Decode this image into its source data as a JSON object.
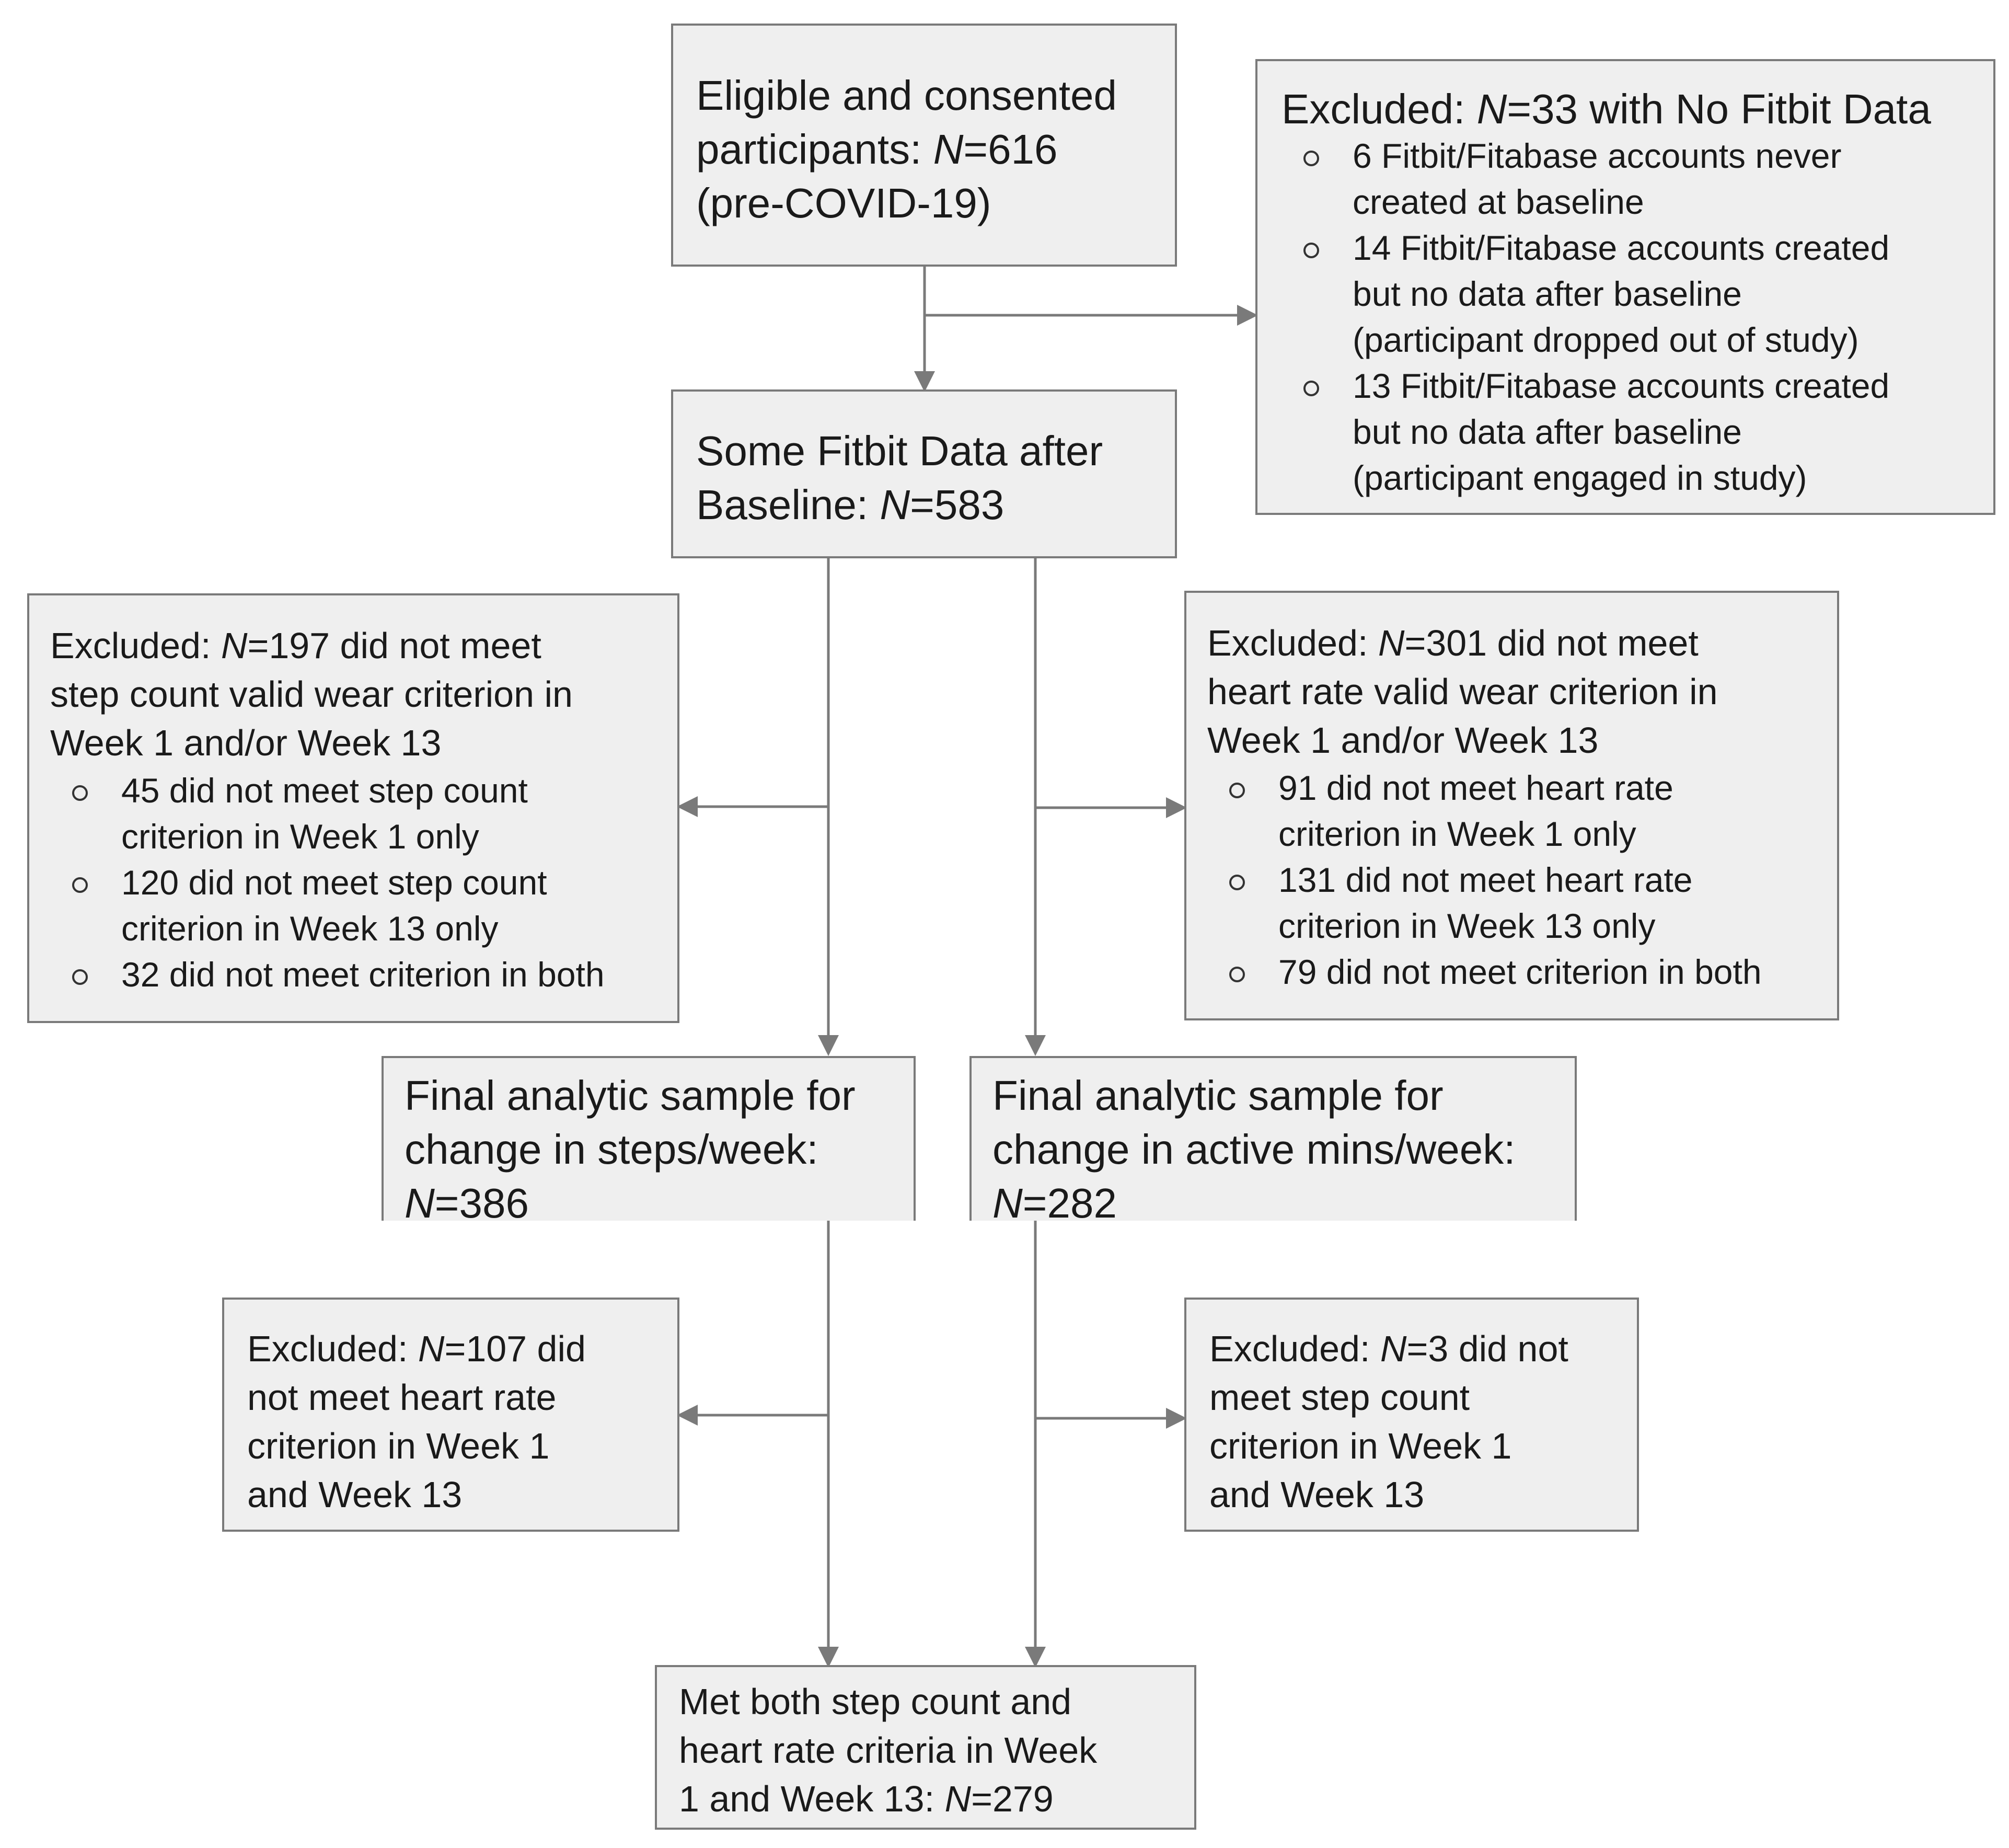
{
  "boxes": {
    "eligible": {
      "lines": [
        "Eligible and consented",
        "(pre-COVID-19)"
      ],
      "line2_prefix": "participants: ",
      "n_label": "N",
      "n_value": "=616"
    },
    "excluded_no_fitbit": {
      "title_prefix": "Excluded: ",
      "n_label": "N",
      "title_suffix": "=33 with No Fitbit Data",
      "items": [
        [
          "6 Fitbit/Fitabase accounts never",
          "created at baseline"
        ],
        [
          "14 Fitbit/Fitabase accounts created",
          "but no data after baseline",
          "(participant dropped out of study)"
        ],
        [
          "13 Fitbit/Fitabase accounts created",
          "but no data after baseline",
          "(participant engaged in study)"
        ]
      ]
    },
    "some_fitbit": {
      "line1": "Some Fitbit Data after",
      "line2_prefix": "Baseline: ",
      "n_label": "N",
      "n_value": "=583"
    },
    "excluded_steps": {
      "title_prefix": "Excluded:  ",
      "n_label": "N",
      "title_suffix": "=197 did not meet",
      "lines": [
        "step count valid wear criterion in",
        "Week 1 and/or Week 13"
      ],
      "items": [
        [
          "45 did not meet step count",
          "criterion in Week 1 only"
        ],
        [
          "120 did not meet step count",
          "criterion in Week 13 only"
        ],
        [
          "32 did not meet criterion in both"
        ]
      ]
    },
    "excluded_hr": {
      "title_prefix": "Excluded:  ",
      "n_label": "N",
      "title_suffix": "=301 did not meet",
      "lines": [
        "heart rate valid wear criterion in",
        "Week 1 and/or Week 13"
      ],
      "items": [
        [
          "91 did not meet heart rate",
          "criterion in Week 1 only"
        ],
        [
          "131 did not meet heart rate",
          "criterion in Week 13 only"
        ],
        [
          "79 did not meet criterion in both"
        ]
      ]
    },
    "final_steps": {
      "lines": [
        "Final analytic sample for",
        "change in steps/week:"
      ],
      "n_label": "N",
      "n_value": "=386"
    },
    "final_active": {
      "lines": [
        "Final analytic sample for",
        "change in active mins/week:"
      ],
      "n_label": "N",
      "n_value": "=282"
    },
    "excluded_107": {
      "title_prefix": "Excluded:  ",
      "n_label": "N",
      "title_suffix": "=107 did",
      "lines": [
        "not meet heart rate",
        "criterion in Week 1",
        "and Week 13"
      ]
    },
    "excluded_3": {
      "title_prefix": "Excluded:  ",
      "n_label": "N",
      "title_suffix": "=3 did not",
      "lines": [
        "meet step count",
        "criterion in Week 1",
        "and Week 13"
      ]
    },
    "met_both": {
      "lines": [
        "Met both step count and",
        "heart rate criteria in Week"
      ],
      "line3_prefix": "1 and Week 13: ",
      "n_label": "N",
      "n_value": "=279"
    }
  }
}
